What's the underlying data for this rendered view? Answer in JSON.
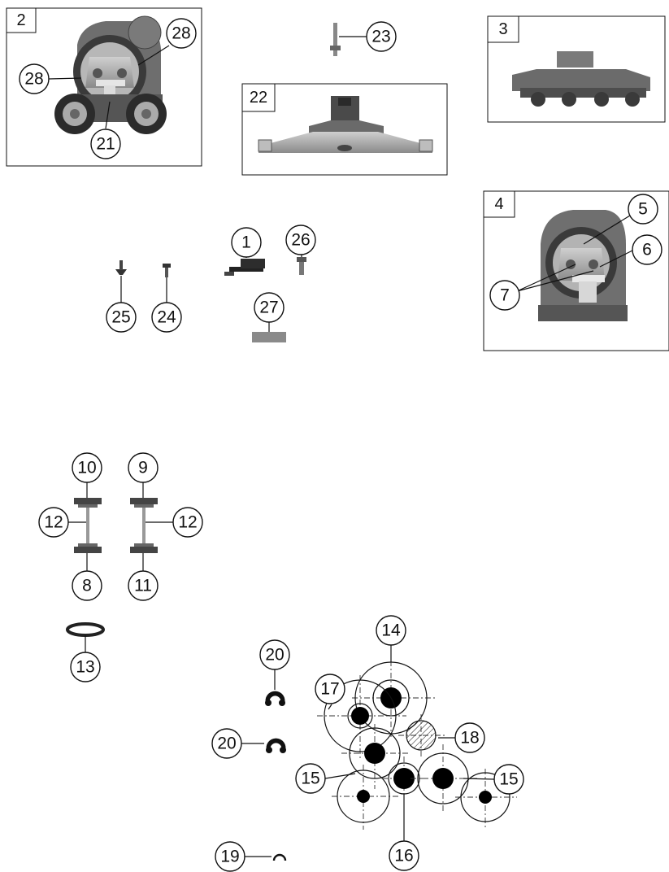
{
  "panels": {
    "p2": "2",
    "p3": "3",
    "p4": "4",
    "p22": "22"
  },
  "callouts": {
    "c28a": "28",
    "c28b": "28",
    "c21": "21",
    "c23": "23",
    "c5": "5",
    "c6": "6",
    "c7": "7",
    "c1": "1",
    "c26": "26",
    "c27": "27",
    "c25": "25",
    "c24": "24",
    "c10": "10",
    "c9": "9",
    "c12a": "12",
    "c12b": "12",
    "c8": "8",
    "c11": "11",
    "c13": "13",
    "c14": "14",
    "c20a": "20",
    "c20b": "20",
    "c17": "17",
    "c18": "18",
    "c15a": "15",
    "c15b": "15",
    "c16": "16",
    "c19": "19"
  }
}
